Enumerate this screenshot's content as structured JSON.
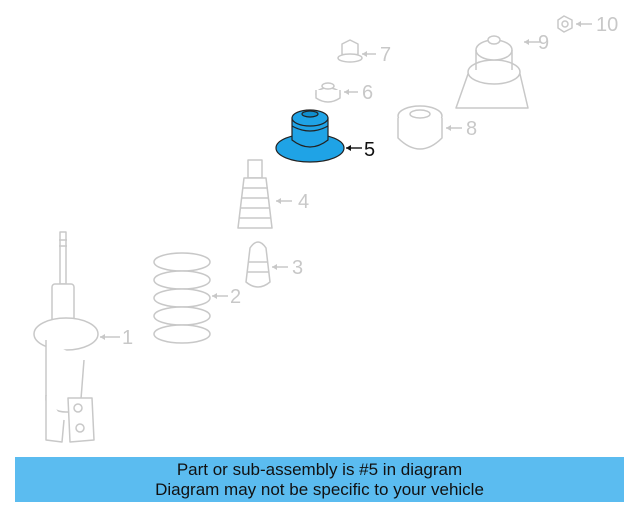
{
  "parts": [
    {
      "number": "1",
      "name": "strut"
    },
    {
      "number": "2",
      "name": "coil-spring"
    },
    {
      "number": "3",
      "name": "bump-stop"
    },
    {
      "number": "4",
      "name": "dust-boot"
    },
    {
      "number": "5",
      "name": "spring-seat",
      "highlighted": true
    },
    {
      "number": "6",
      "name": "nut"
    },
    {
      "number": "7",
      "name": "bolt"
    },
    {
      "number": "8",
      "name": "bearing"
    },
    {
      "number": "9",
      "name": "mount"
    },
    {
      "number": "10",
      "name": "nut"
    }
  ],
  "colors": {
    "highlight": "#1fa3e6",
    "outline": "#c8c8c8",
    "banner": "#5bbcf0"
  },
  "banner": {
    "line1": "Part or sub-assembly is #5 in diagram",
    "line2": "Diagram may not be specific to your vehicle"
  }
}
